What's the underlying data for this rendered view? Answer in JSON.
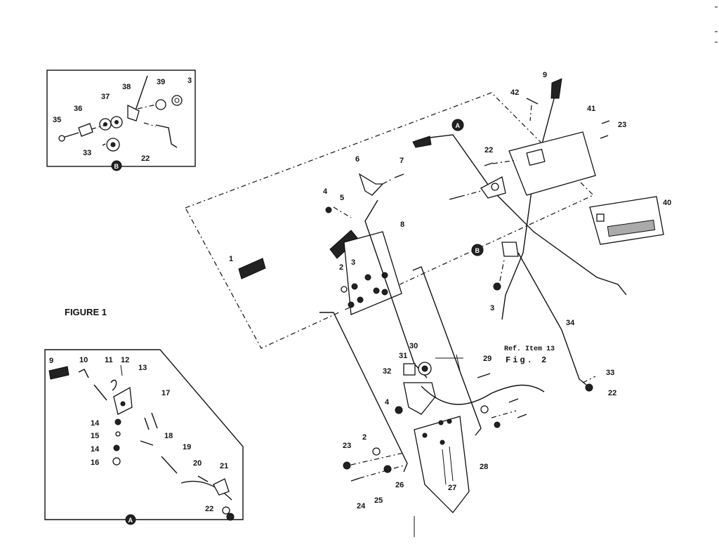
{
  "figure": {
    "title": "FIGURE 1",
    "reference_note": "Ref. Item 13",
    "reference_fig": "Fig. 2",
    "callout_a": "A",
    "callout_b": "B"
  },
  "main_labels": [
    "1",
    "2",
    "3",
    "4",
    "5",
    "6",
    "7",
    "8",
    "9",
    "42",
    "41",
    "23",
    "22",
    "40",
    "34",
    "33",
    "22",
    "3",
    "2",
    "3",
    "29",
    "30",
    "31",
    "32",
    "4",
    "2",
    "23",
    "24",
    "25",
    "26",
    "27",
    "28"
  ],
  "inset_b_labels": [
    "38",
    "39",
    "3",
    "37",
    "36",
    "35",
    "33",
    "22"
  ],
  "inset_a_labels": [
    "9",
    "10",
    "11",
    "12",
    "13",
    "17",
    "14",
    "15",
    "14",
    "16",
    "18",
    "19",
    "20",
    "21",
    "22"
  ]
}
